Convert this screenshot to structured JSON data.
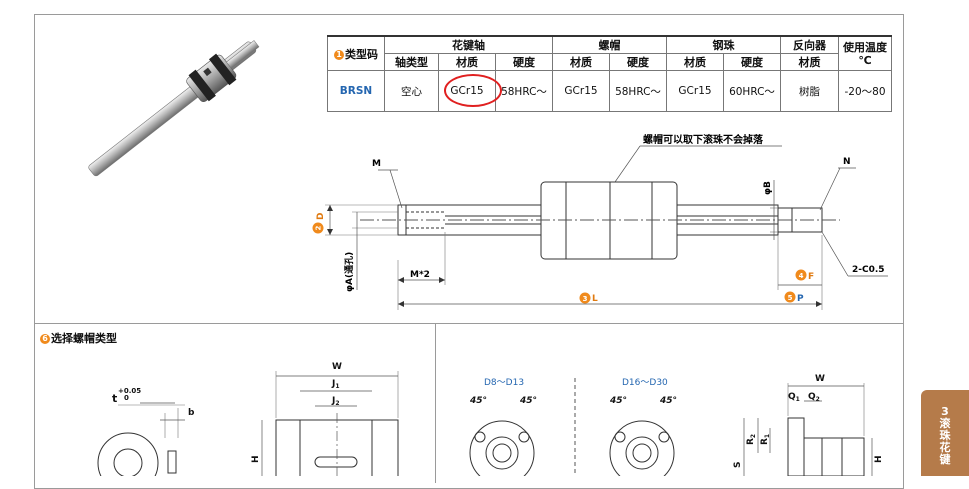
{
  "table": {
    "header_type_code": "类型码",
    "header_type_code_num": "1",
    "groups": {
      "spline_shaft": "花键轴",
      "nut": "螺帽",
      "steel_ball": "钢珠",
      "reverser": "反向器",
      "temp": "使用温度",
      "temp_unit": "℃"
    },
    "sub": {
      "shaft_type": "轴类型",
      "material": "材质",
      "hardness": "硬度"
    },
    "row": {
      "code": "BRSN",
      "shaft_type": "空心",
      "shaft_material": "GCr15",
      "shaft_hardness": "58HRC～",
      "nut_material": "GCr15",
      "nut_hardness": "58HRC～",
      "ball_material": "GCr15",
      "ball_hardness": "60HRC～",
      "reverser_material": "树脂",
      "temp_range": "-20～80"
    }
  },
  "drawing": {
    "note": "螺帽可以取下滚珠不会掉落",
    "label_M": "M",
    "label_N": "N",
    "label_phiB": "φB",
    "label_D": "D",
    "num_D": "2",
    "label_phiA": "φA(通孔)",
    "label_M2": "M*2",
    "label_L": "L",
    "num_L": "3",
    "label_F": "F",
    "num_F": "4",
    "label_P": "P",
    "num_P": "5",
    "label_chamfer": "2-C0.5"
  },
  "nut_section": {
    "title": "选择螺帽类型",
    "num": "6",
    "tol": "+0.05",
    "tol_zero": "0",
    "label_t": "t",
    "label_b": "b",
    "label_W": "W",
    "label_J1": "J",
    "label_J2": "J",
    "label_H": "H",
    "range1": "D8～D13",
    "range2": "D16～D30",
    "angle": "45°",
    "label_W2": "W",
    "label_Q1": "Q",
    "label_Q2": "Q",
    "label_R2": "R",
    "label_R1": "R",
    "label_S": "S",
    "label_H2": "H"
  },
  "side_tab": {
    "num": "3",
    "line1": "滚",
    "line2": "珠",
    "line3": "花",
    "line4": "键"
  }
}
